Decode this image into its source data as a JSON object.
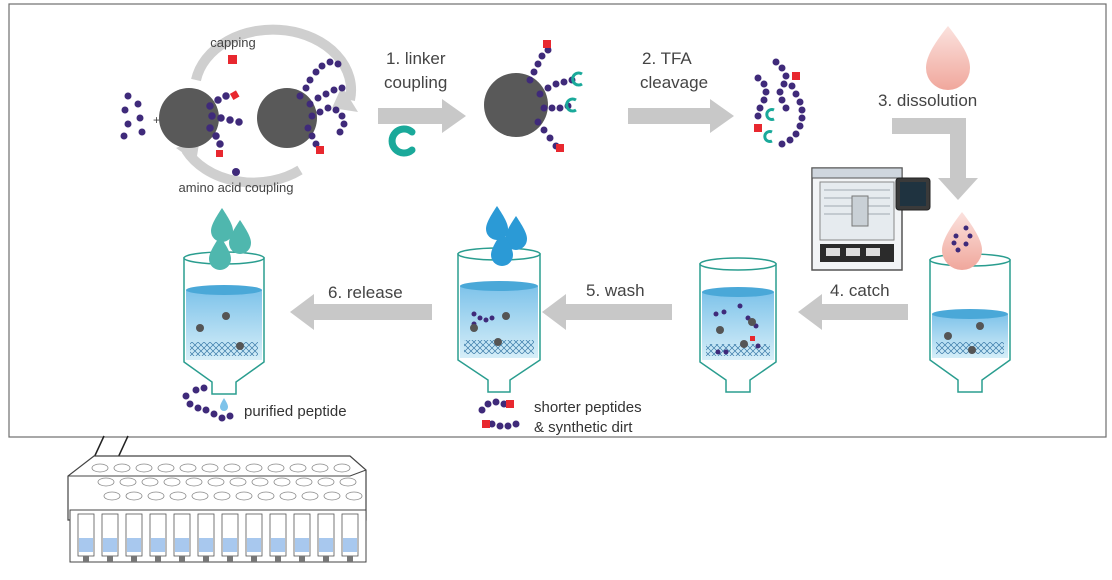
{
  "labels": {
    "capping": "capping",
    "amino_acid_coupling": "amino acid coupling",
    "plus": "+",
    "step1_line1": "1. linker",
    "step1_line2": "coupling",
    "step2_line1": "2. TFA",
    "step2_line2": "cleavage",
    "step3": "3. dissolution",
    "step4": "4. catch",
    "step5": "5. wash",
    "step6": "6. release",
    "purified": "purified peptide",
    "shorter_line1": "shorter peptides",
    "shorter_line2": "& synthetic dirt"
  },
  "colors": {
    "arrow": "#c8c8c8",
    "bead": "#595959",
    "amino_acid": "#3f2a7a",
    "cap": "#e8282f",
    "linker": "#1aa99a",
    "liquid": "#a8d8ee",
    "liquid_edge": "#4aa8d8",
    "frame": "#6e6e6e",
    "cartridge": "#2a9d8f",
    "drop_pink": "#f2b8b0",
    "drop_blue": "#2b9ad6",
    "drop_teal": "#4fb7ae"
  },
  "icons": [
    "resin-bead-icon",
    "linker-icon",
    "peptide-chain-icon",
    "droplet-icon",
    "cartridge-icon",
    "robot-icon",
    "well-plate-icon"
  ]
}
